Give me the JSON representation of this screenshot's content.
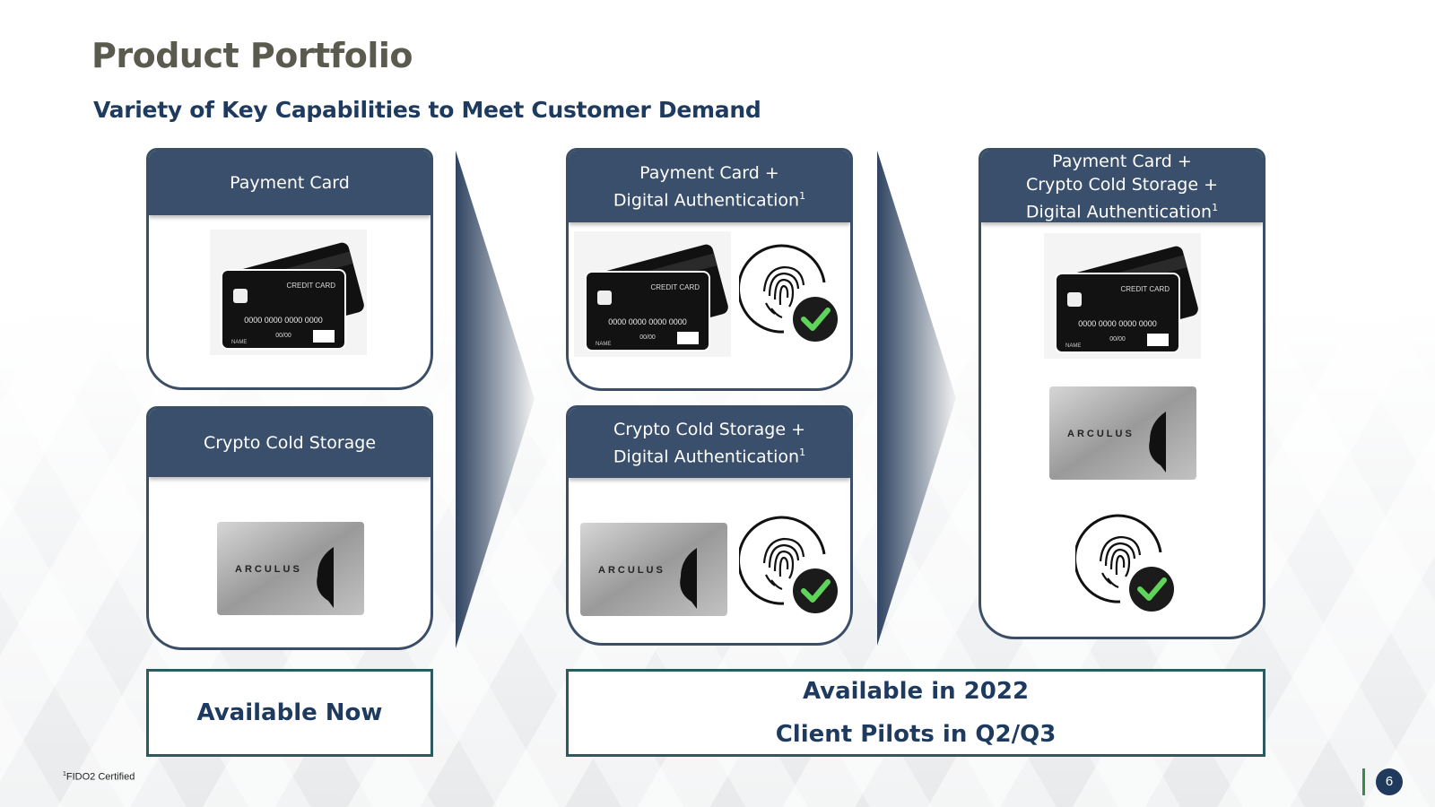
{
  "title": "Product Portfolio",
  "subtitle": "Variety of Key Capabilities to Meet Customer Demand",
  "cards": {
    "payment": {
      "line1": "Payment Card"
    },
    "cold": {
      "line1": "Crypto Cold Storage"
    },
    "payment_auth": {
      "line1": "Payment Card +",
      "line2": "Digital Authentication",
      "sup": "1"
    },
    "cold_auth": {
      "line1": "Crypto Cold Storage +",
      "line2": "Digital Authentication",
      "sup": "1"
    },
    "all": {
      "line1": "Payment Card +",
      "line2": "Crypto Cold Storage +",
      "line3": "Digital Authentication",
      "sup": "1"
    }
  },
  "credit_card": {
    "label": "CREDIT CARD",
    "number": "0000 0000 0000 0000",
    "expiry": "00/00",
    "name": "NAME"
  },
  "brand": "ARCULUS",
  "availability": {
    "now": "Available Now",
    "future_line1": "Available in 2022",
    "future_line2": "Client Pilots in Q2/Q3"
  },
  "footnote": {
    "sup": "1",
    "text": "FIDO2 Certified"
  },
  "page_number": "6",
  "colors": {
    "header_bg": "#3a4f6b",
    "title": "#5b5a4f",
    "subtitle": "#1e3a5f",
    "accent_green": "#3c8a4a"
  }
}
